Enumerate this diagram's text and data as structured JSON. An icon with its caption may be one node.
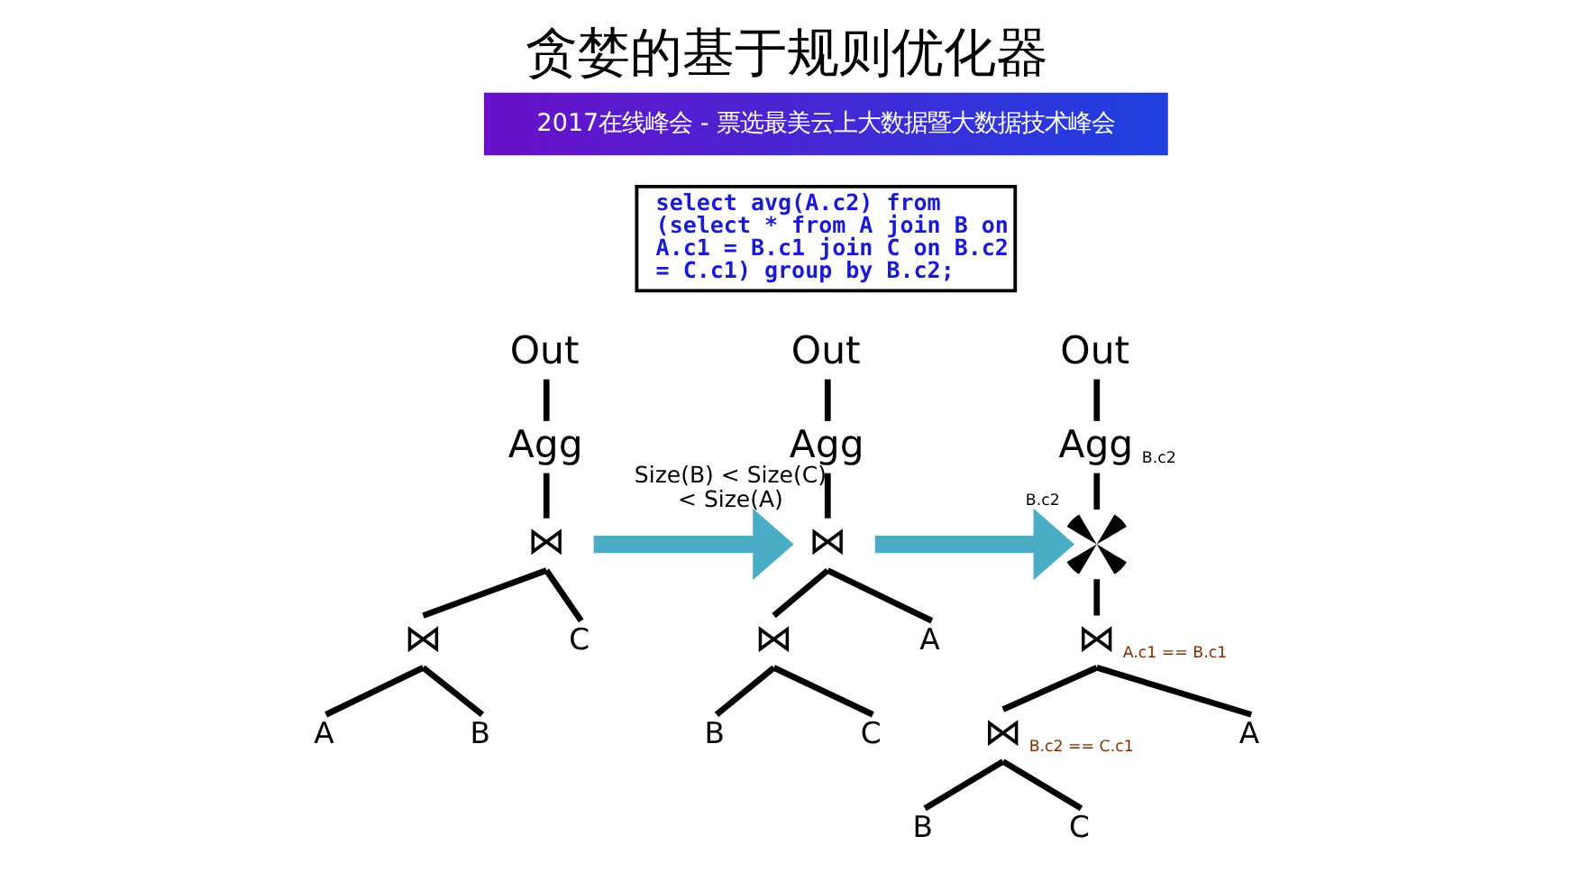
{
  "diagram": {
    "title": "贪婪的基于规则优化器",
    "nodes": [
      {
        "text": [
          "select avg(A.c2) from (select * from A join B on A.c1 = B.c1 join C on B.c2 = C.c1) group by B.c2;"
        ]
      },
      {
        "text": [
          "Out"
        ]
      },
      {
        "text": [
          "Agg"
        ]
      },
      {
        "text": [
          "⋈"
        ]
      },
      {
        "text": [
          "⋈"
        ]
      },
      {
        "text": [
          "C"
        ]
      },
      {
        "text": [
          "A"
        ]
      },
      {
        "text": [
          "B"
        ]
      },
      {
        "text": [
          "Out"
        ]
      },
      {
        "text": [
          "Agg"
        ]
      },
      {
        "text": [
          "⋈"
        ]
      },
      {
        "text": [
          "⋈"
        ]
      },
      {
        "text": [
          "A"
        ]
      },
      {
        "text": [
          "B"
        ]
      },
      {
        "text": [
          "C"
        ]
      },
      {
        "text": [
          "Out"
        ]
      },
      {
        "text": [
          "Agg"
        ],
        "beside": [
          "B.c2"
        ]
      },
      {
        "text": [],
        "shape": "cross",
        "beside": [
          "B.c2"
        ]
      },
      {
        "text": [
          "⋈"
        ],
        "beside": [
          "A.c1 == B.c1"
        ]
      },
      {
        "text": [
          "⋈"
        ],
        "beside": [
          "B.c2 == C.c1"
        ]
      },
      {
        "text": [
          "A"
        ]
      },
      {
        "text": [
          "B"
        ]
      },
      {
        "text": [
          "C"
        ]
      }
    ],
    "edges": [
      {
        "from": 1,
        "to": 2,
        "arrow": "none"
      },
      {
        "from": 2,
        "to": 3,
        "arrow": "none"
      },
      {
        "from": 3,
        "to": 4,
        "arrow": "none"
      },
      {
        "from": 3,
        "to": 5,
        "arrow": "none"
      },
      {
        "from": 4,
        "to": 6,
        "arrow": "none"
      },
      {
        "from": 4,
        "to": 7,
        "arrow": "none"
      },
      {
        "from": 3,
        "to": 10,
        "arrow": "to",
        "label": "Size(B) < Size(C) < Size(A)",
        "style": "thick",
        "color": "#4bacc6"
      },
      {
        "from": 8,
        "to": 9,
        "arrow": "none"
      },
      {
        "from": 9,
        "to": 10,
        "arrow": "none"
      },
      {
        "from": 10,
        "to": 11,
        "arrow": "none"
      },
      {
        "from": 10,
        "to": 12,
        "arrow": "none"
      },
      {
        "from": 11,
        "to": 13,
        "arrow": "none"
      },
      {
        "from": 11,
        "to": 14,
        "arrow": "none"
      },
      {
        "from": 10,
        "to": 17,
        "arrow": "to",
        "style": "thick",
        "color": "#4bacc6"
      },
      {
        "from": 15,
        "to": 16,
        "arrow": "none"
      },
      {
        "from": 16,
        "to": 17,
        "arrow": "none"
      },
      {
        "from": 17,
        "to": 18,
        "arrow": "none"
      },
      {
        "from": 18,
        "to": 19,
        "arrow": "none"
      },
      {
        "from": 18,
        "to": 20,
        "arrow": "none"
      },
      {
        "from": 19,
        "to": 21,
        "arrow": "none"
      },
      {
        "from": 19,
        "to": 22,
        "arrow": "none"
      }
    ],
    "labels": [
      "2017在线峰会 - 票选最美云上大数据暨大数据技术峰会"
    ]
  }
}
